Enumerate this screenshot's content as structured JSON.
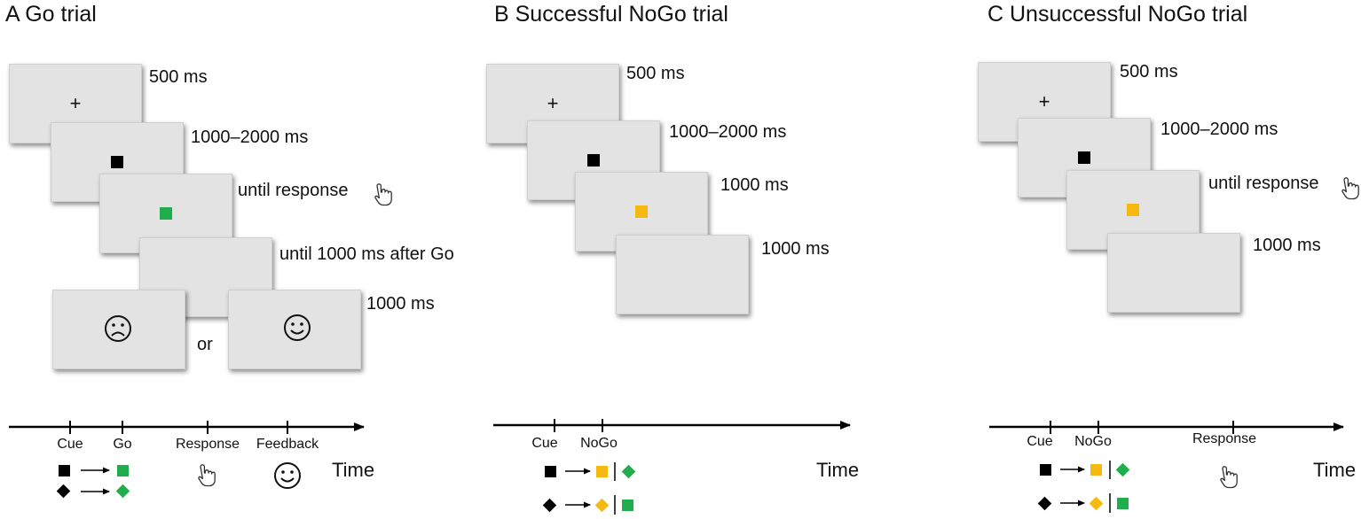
{
  "colors": {
    "go": "#1fae4b",
    "nogo": "#f5b910",
    "cue": "#000000",
    "screen": "#e3e3e3"
  },
  "panelA": {
    "title": "A  Go trial",
    "durations": [
      "500 ms",
      "1000–2000 ms",
      "until response",
      "until 1000 ms after Go",
      "1000 ms"
    ],
    "or_label": "or",
    "axis_labels": [
      "Cue",
      "Go",
      "Response",
      "Feedback"
    ],
    "time_label": "Time"
  },
  "panelB": {
    "title": "B  Successful NoGo trial",
    "durations": [
      "500 ms",
      "1000–2000 ms",
      "1000 ms",
      "1000 ms"
    ],
    "axis_labels": [
      "Cue",
      "NoGo"
    ],
    "time_label": "Time"
  },
  "panelC": {
    "title": "C  Unsuccessful NoGo trial",
    "durations": [
      "500 ms",
      "1000–2000 ms",
      "until response",
      "1000 ms"
    ],
    "axis_labels": [
      "Cue",
      "NoGo",
      "Response"
    ],
    "time_label": "Time"
  },
  "icons": {
    "fixation": "+",
    "sad_face": "sad-face-icon",
    "happy_face": "happy-face-icon",
    "finger": "pointing-finger-icon"
  }
}
